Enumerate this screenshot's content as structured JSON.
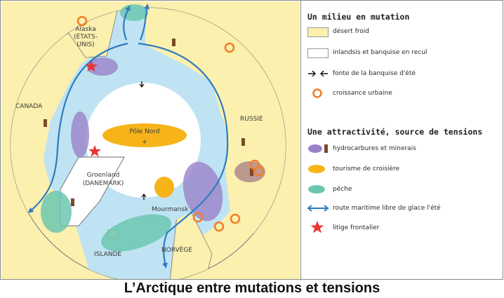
{
  "legend": {
    "section1_title": "Un milieu en mutation",
    "section2_title": "Une attractivité, source de tensions",
    "items": [
      {
        "label": "désert froid",
        "color": "#fbf0ae"
      },
      {
        "label": "inlandsis et banquise en recul",
        "color": "#ffffff"
      },
      {
        "label": "fonte de la banquise d'été"
      },
      {
        "label": "croissance urbaine",
        "color": "#f07f2a"
      },
      {
        "label": "hydrocarbures et minerais",
        "color": "#9a82c8"
      },
      {
        "label": "tourisme de croisière",
        "color": "#f6b419"
      },
      {
        "label": "pêche",
        "color": "#6cc7b0"
      },
      {
        "label": "route maritime libre de glace l'été",
        "color": "#2f7cc0"
      },
      {
        "label": "litige frontalier",
        "color": "#e83434"
      }
    ]
  },
  "map": {
    "labels": {
      "alaska": "Alaska",
      "alaska_sub1": "(ÉTATS-",
      "alaska_sub2": "UNIS)",
      "canada": "CANADA",
      "russie": "RUSSIE",
      "pole": "Pôle Nord",
      "pole_mark": "+",
      "greenland1": "Groenland",
      "greenland2": "(DANEMARK)",
      "mourmansk": "Mourmansk",
      "norvege": "NORVÈGE",
      "islande": "ISLANDE"
    },
    "colors": {
      "land": "#fbf0ae",
      "ocean": "#bfe3f3",
      "ice": "#ffffff"
    }
  },
  "caption": "L’Arctique entre mutations et tensions"
}
